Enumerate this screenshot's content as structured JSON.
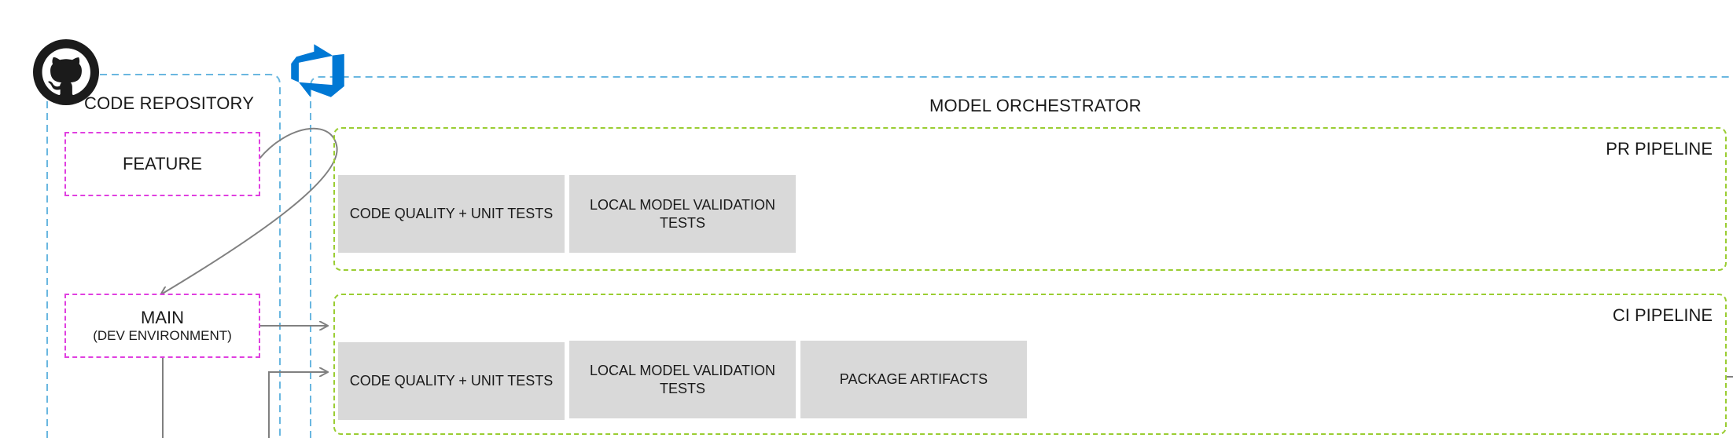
{
  "repository": {
    "title": "CODE REPOSITORY",
    "icon": "github-icon",
    "branches": {
      "feature": {
        "label": "FEATURE"
      },
      "main": {
        "label": "MAIN",
        "sublabel": "(DEV ENVIRONMENT)"
      }
    }
  },
  "orchestrator": {
    "title": "MODEL ORCHESTRATOR",
    "icon": "azure-devops-icon"
  },
  "pr_pipeline": {
    "title": "PR PIPELINE",
    "stages": [
      "CODE QUALITY + UNIT TESTS",
      "LOCAL MODEL VALIDATION TESTS"
    ]
  },
  "ci_pipeline": {
    "title": "CI PIPELINE",
    "stages": [
      "CODE QUALITY + UNIT TESTS",
      "LOCAL MODEL VALIDATION TESTS",
      "PACKAGE ARTIFACTS"
    ]
  },
  "colors": {
    "repository_border": "#6ab7e0",
    "branch_border": "#e040e0",
    "pipeline_border": "#9acd32",
    "stage_fill": "#d9d9d9",
    "connector": "#808080",
    "azure_blue": "#0078d4"
  }
}
